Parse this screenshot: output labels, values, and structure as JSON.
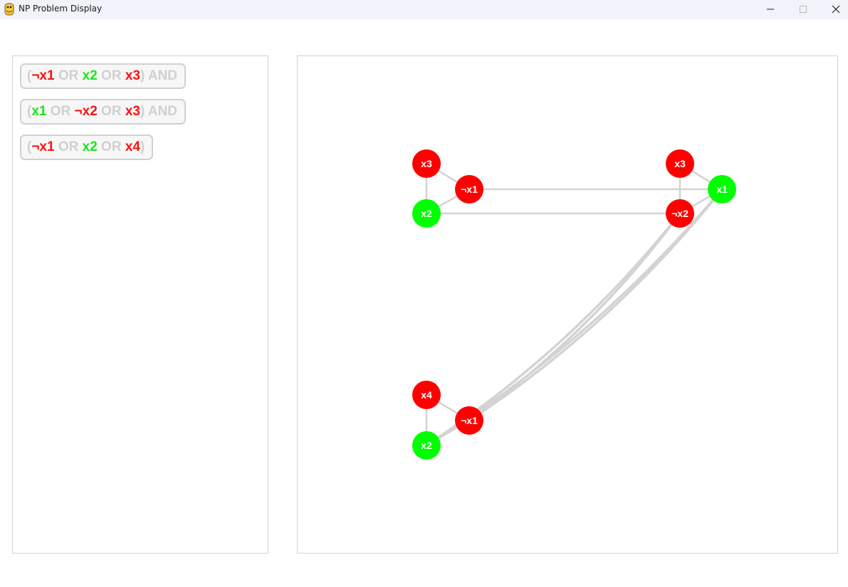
{
  "window": {
    "title": "NP Problem Display"
  },
  "colors": {
    "negated": "#ff0000",
    "positive": "#00ff00",
    "operator": "#d0d0d0",
    "edge": "#d3d3d3"
  },
  "clauses": [
    {
      "tokens": [
        {
          "text": "(",
          "kind": "op"
        },
        {
          "text": "¬x1",
          "kind": "neg"
        },
        {
          "text": " OR ",
          "kind": "op"
        },
        {
          "text": "x2",
          "kind": "pos"
        },
        {
          "text": " OR ",
          "kind": "op"
        },
        {
          "text": "x3",
          "kind": "neg"
        },
        {
          "text": ") AND",
          "kind": "op"
        }
      ]
    },
    {
      "tokens": [
        {
          "text": "(",
          "kind": "op"
        },
        {
          "text": "x1",
          "kind": "pos"
        },
        {
          "text": " OR ",
          "kind": "op"
        },
        {
          "text": "¬x2",
          "kind": "neg"
        },
        {
          "text": " OR ",
          "kind": "op"
        },
        {
          "text": "x3",
          "kind": "neg"
        },
        {
          "text": ") AND",
          "kind": "op"
        }
      ]
    },
    {
      "tokens": [
        {
          "text": "(",
          "kind": "op"
        },
        {
          "text": "¬x1",
          "kind": "neg"
        },
        {
          "text": " OR ",
          "kind": "op"
        },
        {
          "text": "x2",
          "kind": "pos"
        },
        {
          "text": " OR ",
          "kind": "op"
        },
        {
          "text": "x4",
          "kind": "neg"
        },
        {
          "text": ")",
          "kind": "op"
        }
      ]
    }
  ],
  "graph": {
    "nodes": [
      {
        "id": "c1_x3",
        "label": "x3",
        "state": "false"
      },
      {
        "id": "c1_nx1",
        "label": "¬x1",
        "state": "false"
      },
      {
        "id": "c1_x2",
        "label": "x2",
        "state": "true"
      },
      {
        "id": "c2_x3",
        "label": "x3",
        "state": "false"
      },
      {
        "id": "c2_x1",
        "label": "x1",
        "state": "true"
      },
      {
        "id": "c2_nx2",
        "label": "¬x2",
        "state": "false"
      },
      {
        "id": "c3_x4",
        "label": "x4",
        "state": "false"
      },
      {
        "id": "c3_nx1",
        "label": "¬x1",
        "state": "false"
      },
      {
        "id": "c3_x2",
        "label": "x2",
        "state": "true"
      }
    ],
    "edges": [
      [
        "c1_x3",
        "c1_nx1"
      ],
      [
        "c1_x3",
        "c1_x2"
      ],
      [
        "c1_nx1",
        "c1_x2"
      ],
      [
        "c2_x3",
        "c2_x1"
      ],
      [
        "c2_x3",
        "c2_nx2"
      ],
      [
        "c2_x1",
        "c2_nx2"
      ],
      [
        "c3_x4",
        "c3_nx1"
      ],
      [
        "c3_x4",
        "c3_x2"
      ],
      [
        "c3_nx1",
        "c3_x2"
      ],
      [
        "c1_nx1",
        "c2_x1"
      ],
      [
        "c1_x2",
        "c2_nx2"
      ],
      [
        "c2_x1",
        "c3_nx1"
      ],
      [
        "c2_nx2",
        "c3_x2"
      ],
      [
        "c2_x1",
        "c3_x2"
      ],
      [
        "c2_nx2",
        "c3_nx1"
      ]
    ]
  }
}
